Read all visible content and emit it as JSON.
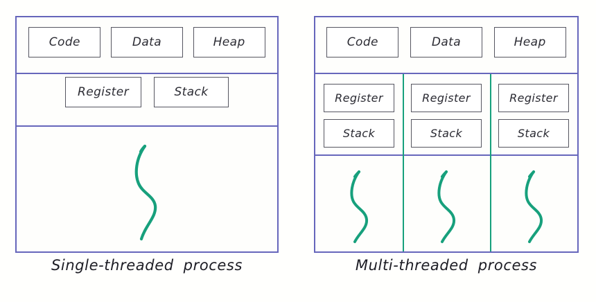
{
  "colors": {
    "frame_blue": "#6666bb",
    "thread_green": "#17a07c",
    "box_border": "#555560",
    "ink": "#2b2b33",
    "background": "#fffffd"
  },
  "diagrams": [
    {
      "id": "single",
      "caption": "Single-threaded process",
      "caption_word_1": "Single-threaded",
      "caption_word_2": "process",
      "memory_band": {
        "label": "shared-memory-band",
        "cells": [
          "Code",
          "Data",
          "Heap"
        ]
      },
      "register_band": {
        "label": "thread-context-band",
        "cells": [
          "Register",
          "Stack"
        ]
      },
      "threads": [
        {
          "name": "thread-1",
          "glyph": "s-curve-with-arrow"
        }
      ],
      "thread_count": 1
    },
    {
      "id": "multi",
      "caption": "Multi-threaded process",
      "caption_word_1": "Multi-threaded",
      "caption_word_2": "process",
      "memory_band": {
        "label": "shared-memory-band",
        "cells": [
          "Code",
          "Data",
          "Heap"
        ]
      },
      "register_band": {
        "label": "per-thread-context-band",
        "columns": [
          {
            "register": "Register",
            "stack": "Stack"
          },
          {
            "register": "Register",
            "stack": "Stack"
          },
          {
            "register": "Register",
            "stack": "Stack"
          }
        ]
      },
      "threads": [
        {
          "name": "thread-1",
          "glyph": "s-curve-with-arrow"
        },
        {
          "name": "thread-2",
          "glyph": "s-curve-with-arrow"
        },
        {
          "name": "thread-3",
          "glyph": "s-curve-with-arrow"
        }
      ],
      "thread_count": 3
    }
  ]
}
